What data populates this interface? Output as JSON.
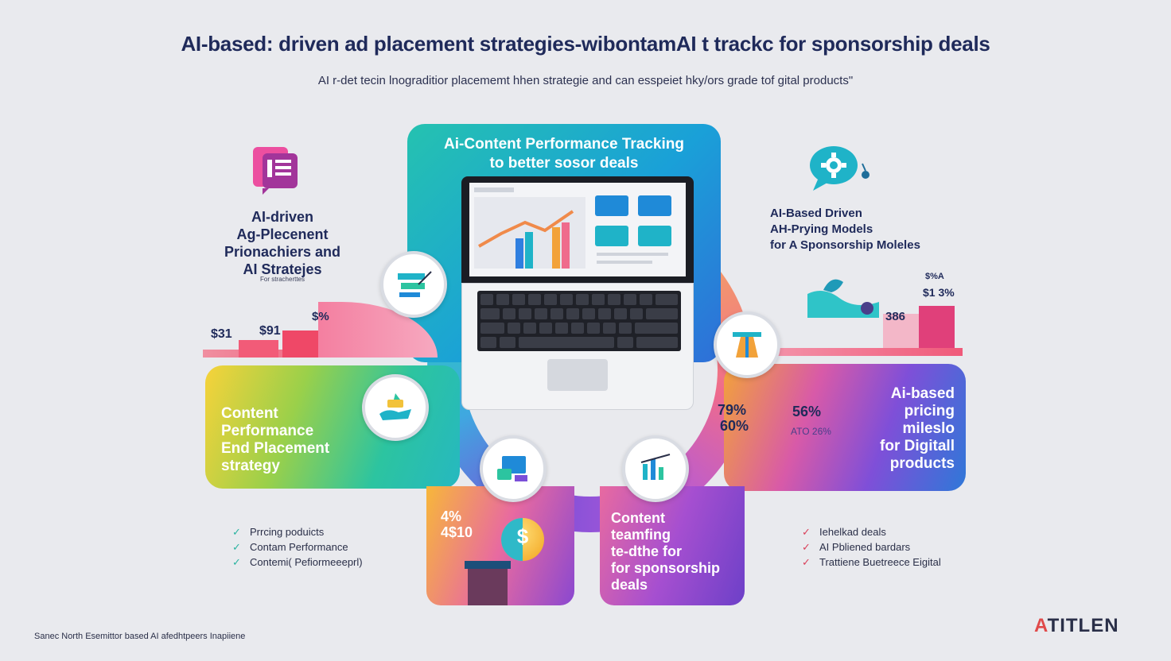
{
  "title": "AI-based: driven ad placement strategies-wibontamAI t trackc for sponsorship deals",
  "subtitle": "AI r-det tecin lnograditior placememt hhen strategie and can esspeiet hky/ors grade tof gital products\"",
  "center_panel": {
    "title_line1": "Ai-Content Performance Tracking",
    "title_line2": "to better sosor deals"
  },
  "left_block": {
    "heading_lines": [
      "AI-driven",
      "Ag-Plecenent",
      "Prionachiers and",
      "AI Stratejes"
    ],
    "small_caption": "For stracherttes",
    "prices": [
      "$31",
      "$91",
      "$%"
    ],
    "panel_lines": [
      "Content",
      "Performance",
      "End Placement",
      "strategy"
    ]
  },
  "right_block": {
    "heading_lines": [
      "AI-Based Driven",
      "AH-Prying Models",
      "for A Sponsorship Moleles"
    ],
    "prices": [
      "$%A",
      "$1 3%",
      "386"
    ],
    "panel_lines": [
      "Ai-based",
      "pricing",
      "mileslo",
      "for Digitall",
      "products"
    ],
    "percents": [
      "79%",
      "60%",
      "56%",
      "ATO 26%"
    ]
  },
  "bottom_left_panel": {
    "lines": [
      "4%",
      "4$10"
    ],
    "coin_symbol": "$"
  },
  "bottom_right_panel": {
    "lines": [
      "Content",
      "teamfing",
      "te-dthe for",
      "for sponsorship",
      "deals"
    ]
  },
  "list_left": {
    "items": [
      "Prrcing poduicts",
      "Contam Performance",
      "Contemi( Pefiormeeeprl)"
    ],
    "check_color": "#2ab3a0"
  },
  "list_right": {
    "items": [
      "Iehelkad deals",
      "AI Pbliened bardars",
      "Trattiene Buetreece Eigital"
    ],
    "check_color": "#d9405a"
  },
  "footer_left": "Sanec North Esemittor based AI afedhtpeers Inapiiene",
  "brand": {
    "first_letter": "A",
    "rest": "TITLEN",
    "accent": "#e04a4a"
  }
}
